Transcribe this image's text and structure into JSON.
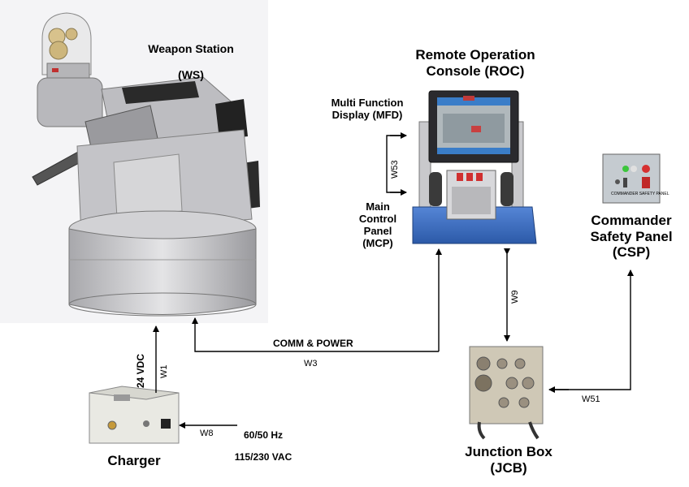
{
  "components": {
    "ws": {
      "name": "Weapon Station",
      "abbr": "(WS)"
    },
    "roc": {
      "name": "Remote Operation\nConsole (ROC)"
    },
    "mfd": {
      "name": "Multi Function\nDisplay (MFD)"
    },
    "mcp": {
      "name": "Main\nControl\nPanel\n(MCP)"
    },
    "csp": {
      "name": "Commander\nSafety Panel\n(CSP)"
    },
    "jcb": {
      "name": "Junction Box\n(JCB)"
    },
    "charger": {
      "name": "Charger"
    }
  },
  "cables": {
    "w1": "W1",
    "w3": "W3",
    "w8": "W8",
    "w9": "W9",
    "w51": "W51",
    "w53": "W53"
  },
  "annotations": {
    "comm_power": "COMM & POWER",
    "vdc": "24 VDC",
    "ac_freq": "60/50 Hz",
    "ac_volt": "115/230 VAC"
  },
  "csp_panel_text": "COMMANDER SAFETY PANEL",
  "colors": {
    "roc_base": "#3a6fc2",
    "screen": "#d9a24a",
    "ws_body": "#cfcfd2"
  }
}
